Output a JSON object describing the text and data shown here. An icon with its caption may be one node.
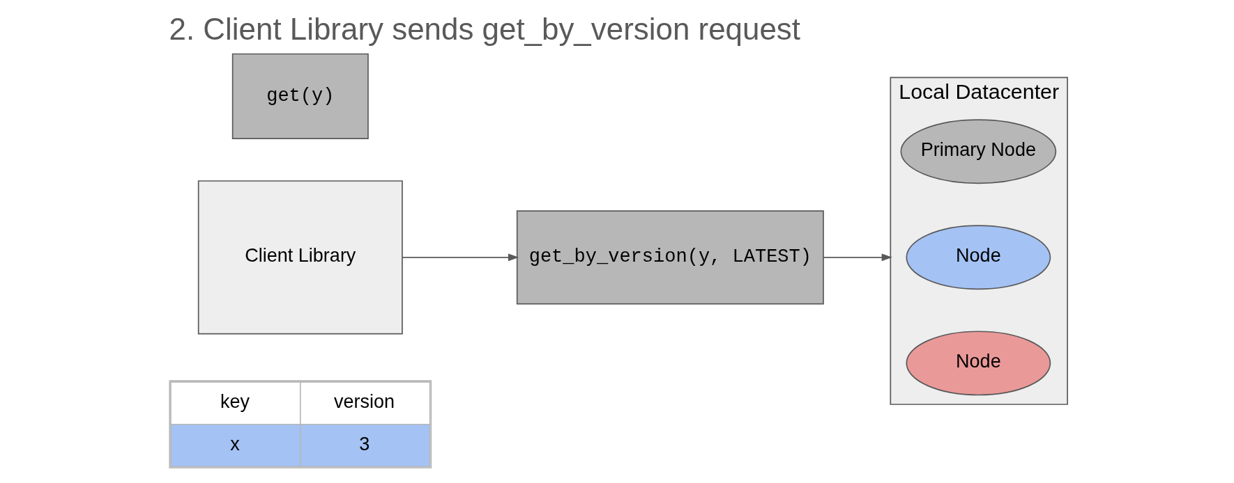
{
  "diagram": {
    "title": "2. Client Library sends get_by_version request",
    "nodes": [
      {
        "text": [
          "get(y)"
        ]
      },
      {
        "text": [
          "Client Library"
        ]
      },
      {
        "text": [
          "get_by_version(y, LATEST)"
        ]
      },
      {
        "text": [
          "Local Datacenter"
        ]
      },
      {
        "text": [
          "Node"
        ],
        "in": 3
      },
      {
        "text": [
          "Node"
        ],
        "in": 3
      },
      {
        "text": [
          "Primary Node"
        ],
        "in": 3
      }
    ],
    "edges": [
      {
        "from": 1,
        "to": 2,
        "arrow": "to"
      },
      {
        "from": 2,
        "to": 3,
        "arrow": "to"
      }
    ],
    "labels": [
      "key",
      "version",
      "x",
      "3"
    ]
  }
}
